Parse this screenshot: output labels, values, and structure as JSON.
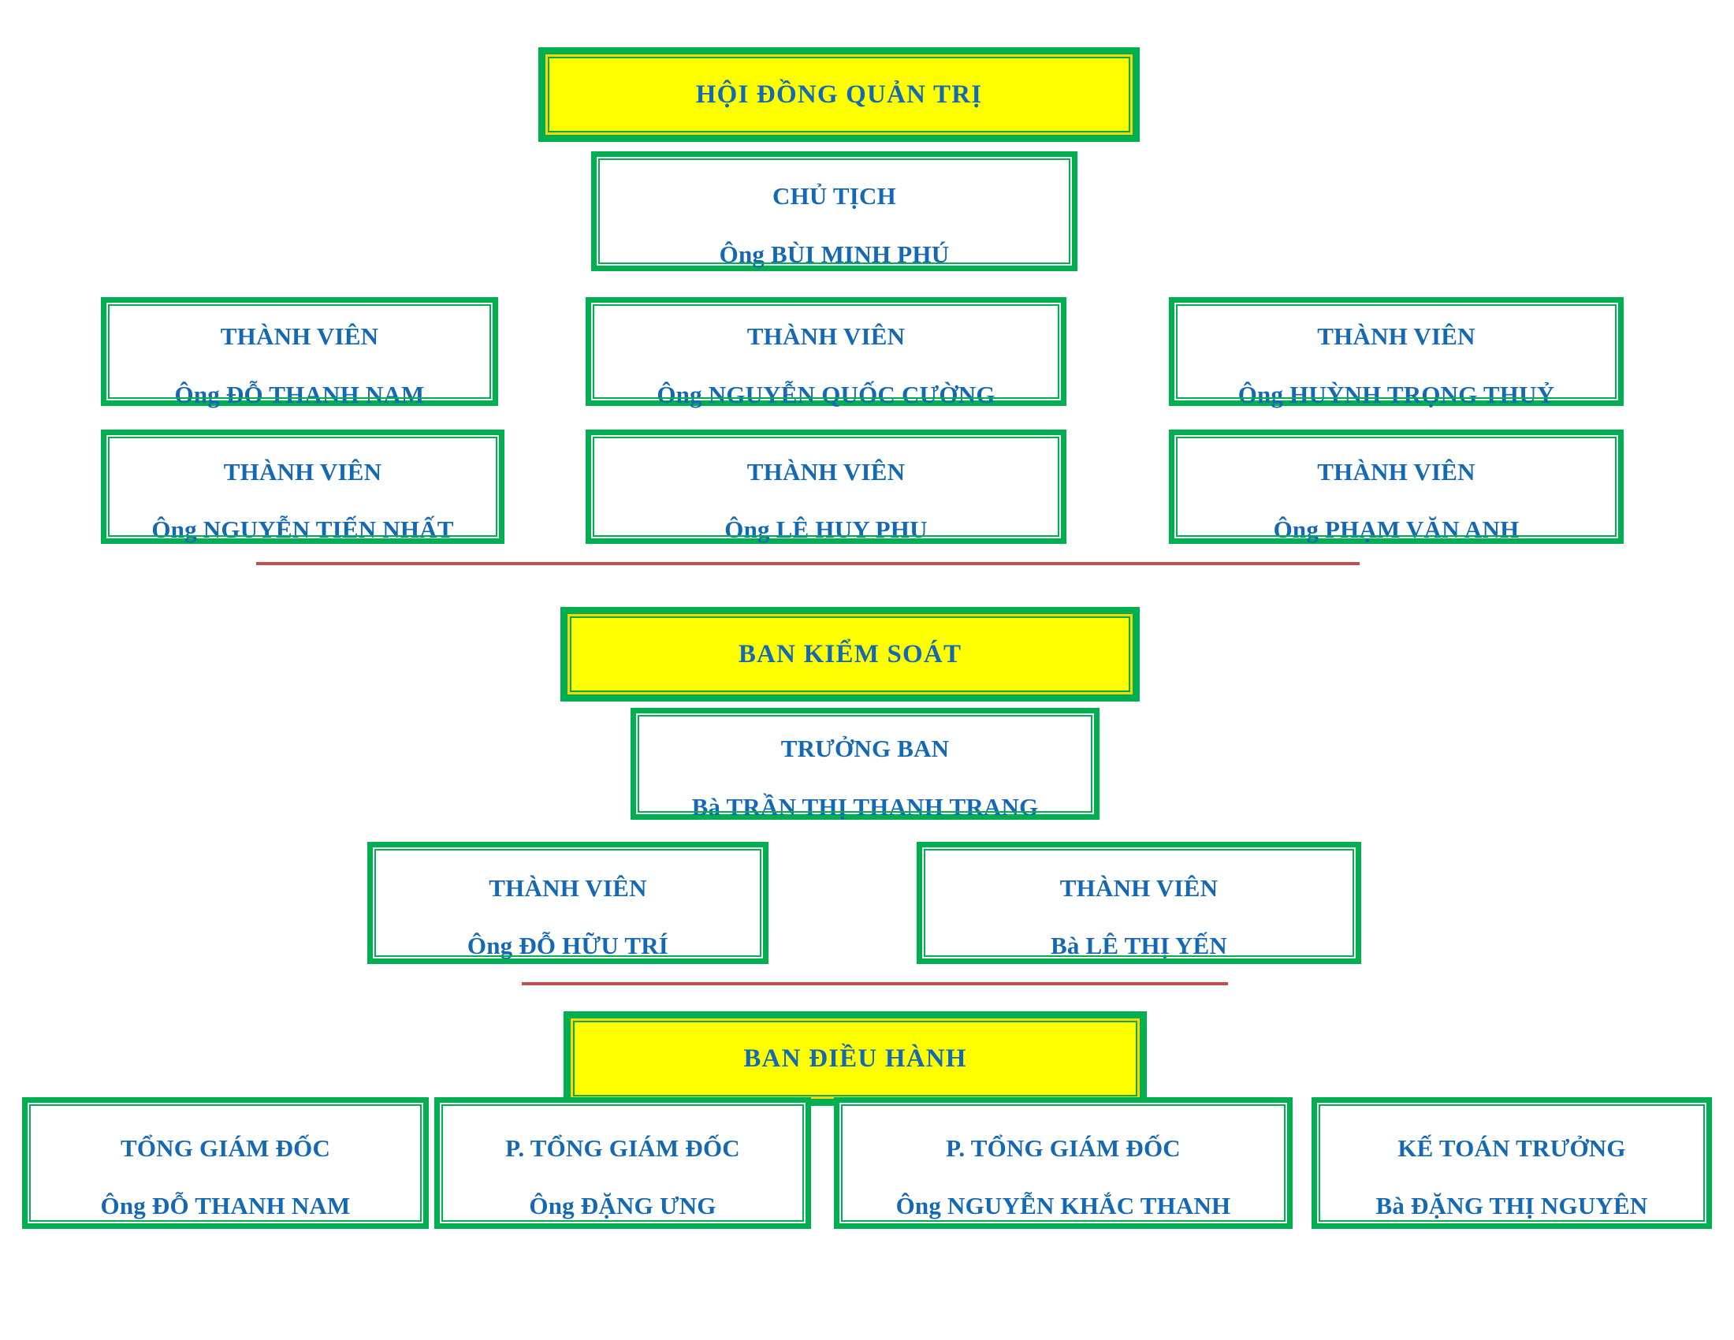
{
  "chart_title": "HỘI ĐỒNG QUẢN TRỊ",
  "colors": {
    "frame_green": "#00b050",
    "header_fill": "#ffff00",
    "header_inner_rule": "#ffd400",
    "text_blue": "#1569b4",
    "divider_red": "#c0504d",
    "box_fill": "#ffffff"
  },
  "sections": {
    "board": {
      "header": "HỘI ĐỒNG QUẢN TRỊ",
      "chairman": {
        "title": "CHỦ TỊCH",
        "person": "Ông BÙI MINH PHÚ"
      },
      "members": [
        {
          "title": "THÀNH VIÊN",
          "person": "Ông ĐỖ THANH NAM"
        },
        {
          "title": "THÀNH VIÊN",
          "person": "Ông NGUYỄN QUỐC CƯỜNG"
        },
        {
          "title": "THÀNH VIÊN",
          "person": "Ông HUỲNH TRỌNG THUỶ"
        },
        {
          "title": "THÀNH VIÊN",
          "person": "Ông NGUYỄN TIẾN NHẤT"
        },
        {
          "title": "THÀNH VIÊN",
          "person": "Ông LÊ HUY PHU"
        },
        {
          "title": "THÀNH VIÊN",
          "person": "Ông PHẠM VĂN ANH"
        }
      ]
    },
    "supervisory": {
      "header": "BAN KIỂM SOÁT",
      "chief": {
        "title": "TRƯỞNG BAN",
        "person": "Bà TRẦN THỊ THANH TRANG"
      },
      "members": [
        {
          "title": "THÀNH VIÊN",
          "person": "Ông ĐỖ HỮU TRÍ"
        },
        {
          "title": "THÀNH VIÊN",
          "person": "Bà LÊ THỊ YẾN"
        }
      ]
    },
    "executive": {
      "header": "BAN ĐIỀU HÀNH",
      "members": [
        {
          "title": "TỔNG GIÁM ĐỐC",
          "person": "Ông ĐỖ THANH NAM"
        },
        {
          "title": "P. TỔNG GIÁM ĐỐC",
          "person": "Ông ĐẶNG ƯNG"
        },
        {
          "title": "P. TỔNG GIÁM ĐỐC",
          "person": "Ông NGUYỄN KHẮC THANH"
        },
        {
          "title": "KẾ TOÁN TRƯỞNG",
          "person": "Bà ĐẶNG THỊ NGUYÊN"
        }
      ]
    }
  }
}
